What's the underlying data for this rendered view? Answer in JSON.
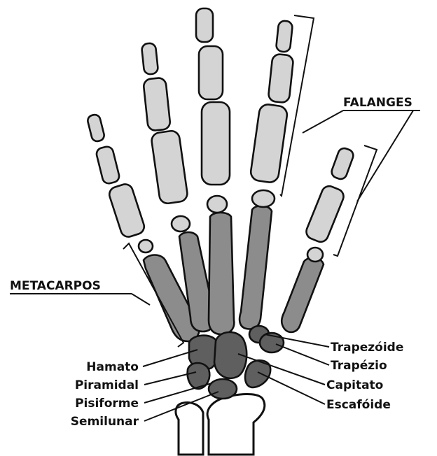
{
  "figure": {
    "colors": {
      "phalanges": "#d4d4d4",
      "metacarpals": "#8c8c8c",
      "carpals": "#5f5f5f",
      "forearm": "#ffffff",
      "outline": "#111111"
    }
  },
  "labels": {
    "falanges": "FALANGES",
    "metacarpos": "METACARPOS",
    "trapezoide": "Trapezóide",
    "trapezio": "Trapézio",
    "capitato": "Capitato",
    "escafoide": "Escafóide",
    "hamato": "Hamato",
    "piramidal": "Piramidal",
    "pisiforme": "Pisiforme",
    "semilunar": "Semilunar"
  }
}
